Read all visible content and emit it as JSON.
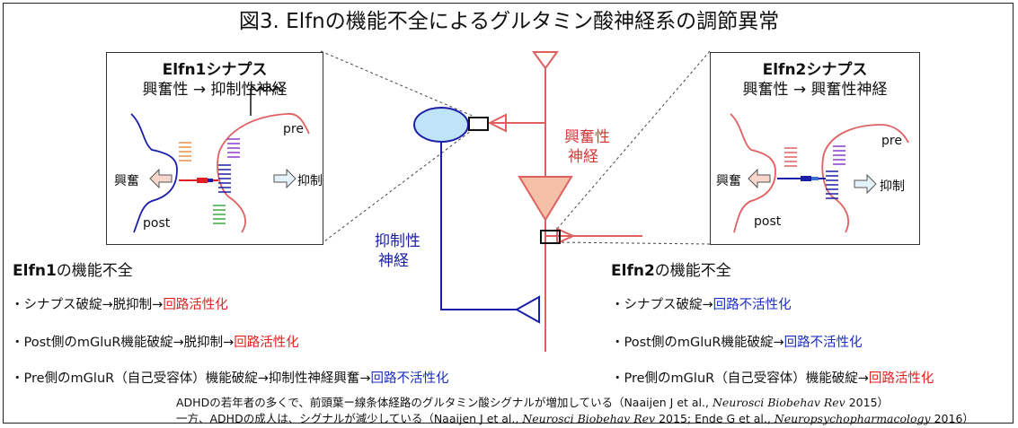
{
  "title": "図3. Elfnの機能不全によるグルタミン酸神経系の調節異常",
  "left_inset": {
    "title": "Elfn1シナプス",
    "subtitle": "興奮性 → 抑制性神経",
    "pre": "pre",
    "post": "post",
    "excite": "興奮",
    "inhibit": "抑制"
  },
  "right_inset": {
    "title": "Elfn2シナプス",
    "subtitle": "興奮性 → 興奮性神経",
    "pre": "pre",
    "post": "post",
    "excite": "興奮",
    "inhibit": "抑制"
  },
  "center": {
    "excitatory_line1": "興奮性",
    "excitatory_line2": "神経",
    "inhibitory_line1": "抑制性",
    "inhibitory_line2": "神経"
  },
  "left_section": {
    "heading_bold": "Elfn1",
    "heading_rest": "の機能不全",
    "items": [
      {
        "prefix": "・シナプス破綻→脱抑制→",
        "result": "回路活性化",
        "color": "red"
      },
      {
        "prefix": "・Post側のmGluR機能破綻→脱抑制→",
        "result": "回路活性化",
        "color": "red"
      },
      {
        "prefix": "・Pre側のmGluR（自己受容体）機能破綻→抑制性神経興奮→",
        "result": "回路不活性化",
        "color": "blue"
      }
    ]
  },
  "right_section": {
    "heading_bold": "Elfn2",
    "heading_rest": "の機能不全",
    "items": [
      {
        "prefix": "・シナプス破綻→",
        "result": "回路不活性化",
        "color": "blue"
      },
      {
        "prefix": "・Post側のmGluR機能破綻→",
        "result": "回路不活性化",
        "color": "blue"
      },
      {
        "prefix": "・Pre側のmGluR（自己受容体）機能破綻→",
        "result": "回路活性化",
        "color": "red"
      }
    ]
  },
  "references": {
    "line1_a": "ADHDの若年者の多くで、前頭葉ー線条体経路のグルタミン酸シグナルが増加している（Naaijen J et al., ",
    "line1_journal": "Neurosci Biobehav Rev",
    "line1_b": " 2015）",
    "line2_a": "一方、ADHDの成人は、シグナルが減少している（Naaijen J et al., ",
    "line2_journal1": "Neurosci Biobehav Rev",
    "line2_b": " 2015; Ende G et al., ",
    "line2_journal2": "Neuropsychopharmacology",
    "line2_c": " 2016）"
  },
  "colors": {
    "excitatory": "#e06060",
    "inhibitory": "#1b1fa8",
    "result_red": "#e02020",
    "result_blue": "#1b2ec0",
    "cell_body": "#bfe3f7"
  }
}
